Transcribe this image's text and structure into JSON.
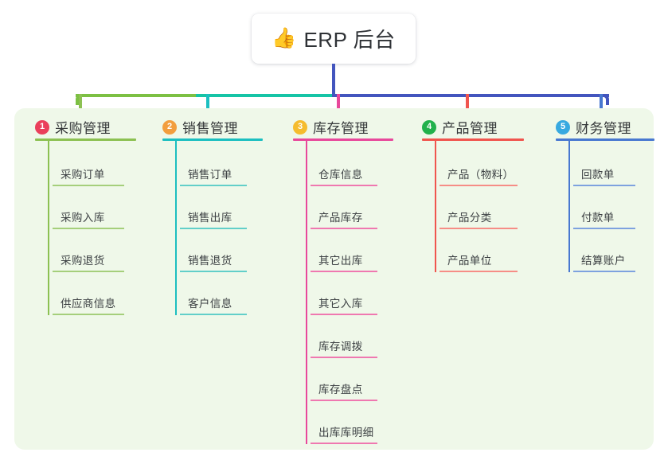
{
  "root": {
    "emoji": "👍",
    "emoji_name": "thumbs-up-icon",
    "title": "ERP 后台"
  },
  "theme": {
    "panel_bg": "#eff8e9",
    "page_bg": "#ffffff",
    "trunk_color": "#4355be",
    "bar_left_green": "#7cc043",
    "bar_mid_teal": "#16c4a6",
    "bar_right_blue": "#4355be"
  },
  "columns": [
    {
      "number": "1",
      "title": "采购管理",
      "badge_color": "#ea3f5b",
      "line_color": "#8cc152",
      "leaf_color": "#a5cf7b",
      "items": [
        "采购订单",
        "采购入库",
        "采购退货",
        "供应商信息"
      ]
    },
    {
      "number": "2",
      "title": "销售管理",
      "badge_color": "#f29e3e",
      "line_color": "#1cbfc0",
      "leaf_color": "#62cfc9",
      "items": [
        "销售订单",
        "销售出库",
        "销售退货",
        "客户信息"
      ]
    },
    {
      "number": "3",
      "title": "库存管理",
      "badge_color": "#f5bc2e",
      "line_color": "#e8489b",
      "leaf_color": "#ef78b0",
      "items": [
        "仓库信息",
        "产品库存",
        "其它出库",
        "其它入库",
        "库存调拨",
        "库存盘点",
        "出库库明细"
      ]
    },
    {
      "number": "4",
      "title": "产品管理",
      "badge_color": "#22b14c",
      "line_color": "#f0554e",
      "leaf_color": "#f68d86",
      "items": [
        "产品（物料）",
        "产品分类",
        "产品单位"
      ]
    },
    {
      "number": "5",
      "title": "财务管理",
      "badge_color": "#37a9e0",
      "line_color": "#4878d0",
      "leaf_color": "#7ea2df",
      "items": [
        "回款单",
        "付款单",
        "结算账户"
      ]
    }
  ]
}
